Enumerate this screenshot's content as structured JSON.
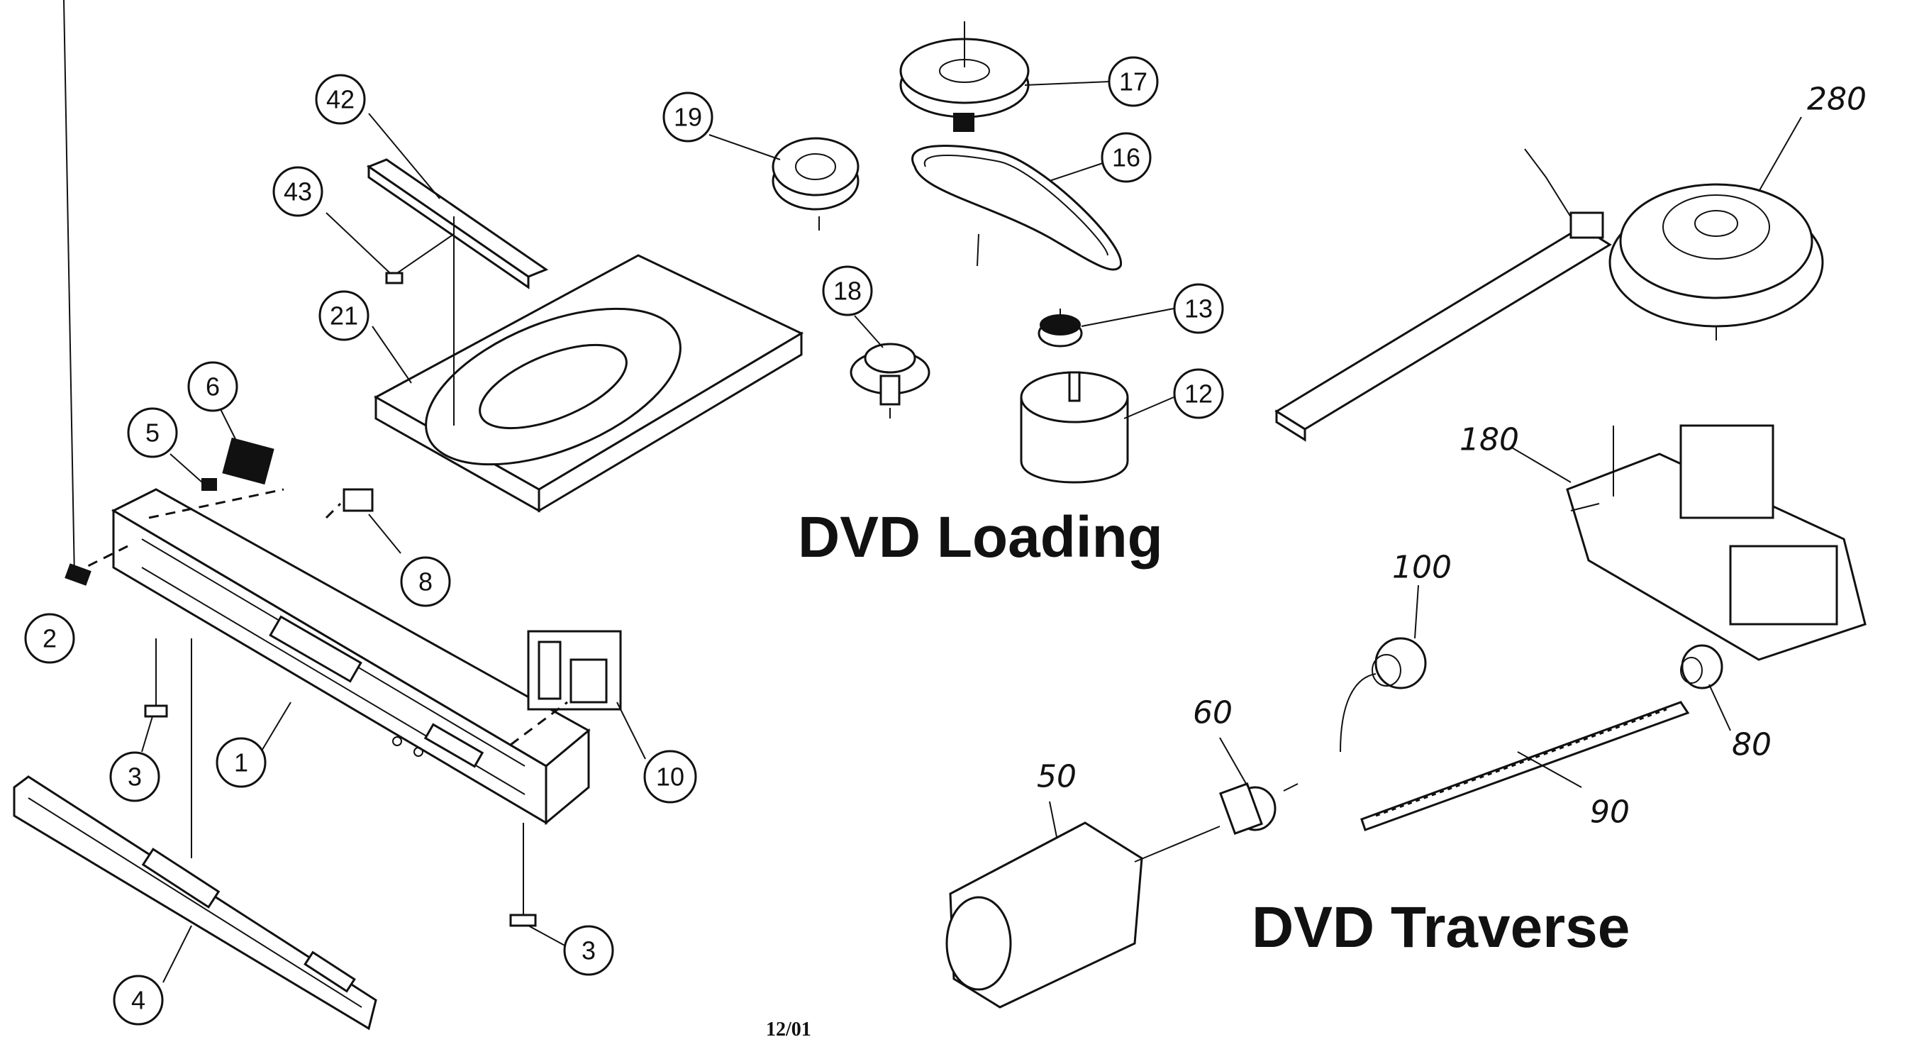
{
  "titles": {
    "loading": "DVD Loading",
    "traverse": "DVD Traverse"
  },
  "footer": {
    "date": "12/01"
  },
  "callouts": {
    "c42": "42",
    "c43": "43",
    "c21": "21",
    "c6": "6",
    "c5": "5",
    "c2": "2",
    "c8": "8",
    "c1": "1",
    "c3a": "3",
    "c3b": "3",
    "c10": "10",
    "c4": "4",
    "c19": "19",
    "c17": "17",
    "c16": "16",
    "c18": "18",
    "c13": "13",
    "c12": "12"
  },
  "handwritten": {
    "h280": "280",
    "h180": "180",
    "h100": "100",
    "h60": "60",
    "h50": "50",
    "h90": "90",
    "h80": "80"
  }
}
